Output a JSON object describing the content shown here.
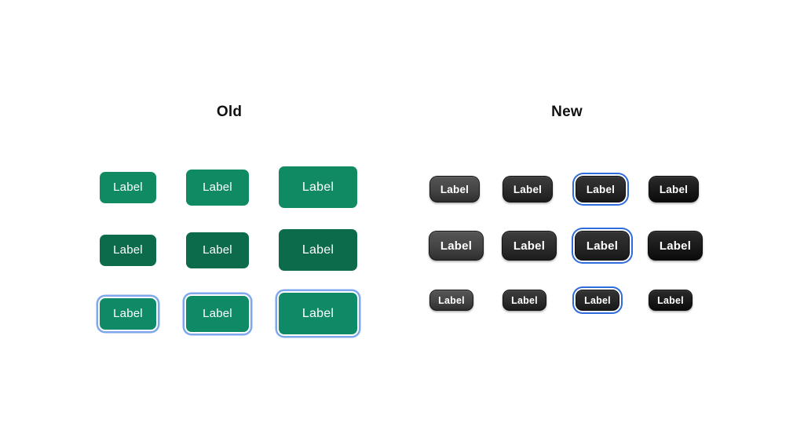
{
  "old_panel": {
    "title": "Old",
    "colors": {
      "default_fill": "#108A62",
      "hover_fill": "#0B6B4B",
      "focus_fill": "#0E8A66",
      "focus_ring": "#7FA7EE",
      "label_color": "#FFFFFF"
    },
    "rows": [
      {
        "state": "default",
        "buttons": [
          {
            "label": "Label",
            "size": "small"
          },
          {
            "label": "Label",
            "size": "medium"
          },
          {
            "label": "Label",
            "size": "large"
          }
        ]
      },
      {
        "state": "hover",
        "buttons": [
          {
            "label": "Label",
            "size": "small"
          },
          {
            "label": "Label",
            "size": "medium"
          },
          {
            "label": "Label",
            "size": "large"
          }
        ]
      },
      {
        "state": "focused",
        "buttons": [
          {
            "label": "Label",
            "size": "small"
          },
          {
            "label": "Label",
            "size": "medium"
          },
          {
            "label": "Label",
            "size": "large"
          }
        ]
      }
    ]
  },
  "new_panel": {
    "title": "New",
    "colors": {
      "default_fill": "#454545",
      "hover_fill": "#2E2E2E",
      "focus_fill": "#262626",
      "pressed_fill": "#161616",
      "focus_ring": "#2E6BDB",
      "label_color": "#FFFFFF"
    },
    "rows": [
      {
        "size": "medium",
        "buttons": [
          {
            "label": "Label",
            "state": "default"
          },
          {
            "label": "Label",
            "state": "hover"
          },
          {
            "label": "Label",
            "state": "focused"
          },
          {
            "label": "Label",
            "state": "pressed"
          }
        ]
      },
      {
        "size": "large",
        "buttons": [
          {
            "label": "Label",
            "state": "default"
          },
          {
            "label": "Label",
            "state": "hover"
          },
          {
            "label": "Label",
            "state": "focused"
          },
          {
            "label": "Label",
            "state": "pressed"
          }
        ]
      },
      {
        "size": "small",
        "buttons": [
          {
            "label": "Label",
            "state": "default"
          },
          {
            "label": "Label",
            "state": "hover"
          },
          {
            "label": "Label",
            "state": "focused"
          },
          {
            "label": "Label",
            "state": "pressed"
          }
        ]
      }
    ]
  }
}
